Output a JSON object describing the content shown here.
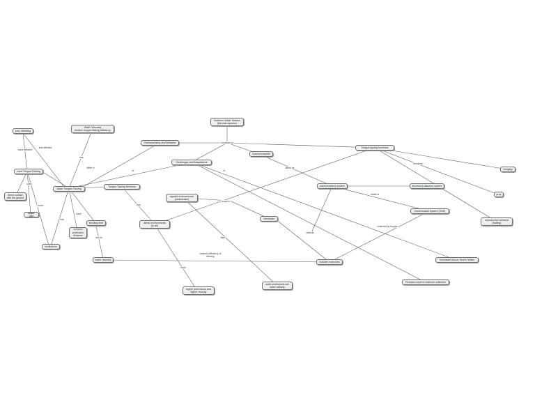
{
  "nodes": {
    "northern_water_snakes": "Northern Water Snakes\n(Nerodia sipedon)",
    "water_viscosity_note": "Water Viscosity\nhinders tongue-flicking efficiency",
    "prey_detecting": "prey detecting",
    "chemosensory_behavior": "Chemosensory and Behavior",
    "tongue_tipping_functions": "Tongue tipping functions",
    "challenges_adaptations": "Challenges and Adaptations",
    "chemoreception": "Chemoreception",
    "land_tongue_flicking": "Land Tongue-Flicking",
    "water_tongue_flicking": "Water Tongue-Flicking",
    "tongue_tipping_behavior": "Tongue-Tipping Behavior",
    "foraging": "foraging",
    "chemosensory_system": "chemosensory system",
    "accessory_olfactory": "accessory olfactory system",
    "direct_contact": "direct contact\nwith the ground",
    "aquatic_environments": "aquatic environments\n(underwater)",
    "pray": "prey",
    "vomeronasal": "Vomeronasal System (VNS)",
    "larger_gap": "larger gap",
    "aerial_environments": "aerial environments\n(in air)",
    "chemicals": "chemicals",
    "reproductive_behavior": "reproductive behavior\n(trailing)",
    "oscillations": "oscillations",
    "reduced_protrusion": "reduced\nprotrusion\ndistance",
    "sending_time": "sending time",
    "water_viscosity": "water viscosity",
    "soluble_molecules": "Soluble molecules",
    "increased_mucus": "Increased Mucus Seal in Water",
    "reduces_solvent": "Reduces solvent molecule collection",
    "higher_protrusions": "higher protrusions and\nhigher velocity",
    "water_protrusions": "water protrusions are\nlower velocity"
  },
  "edge_labels": {
    "connects_to": "connects to",
    "more_efficient": "more efficient",
    "less_efficient": "less efficient",
    "has": "has",
    "differs": "differ in",
    "to": "to",
    "aids_in": "aided by",
    "uses": "uses",
    "more": "more",
    "have": "have",
    "functions": "functions",
    "made_of": "made of",
    "found_in": "found in",
    "reduced_efficiency": "reduces efficiency of\nfiltering",
    "due_to": "due to",
    "collected_by_tongue": "collected by tongue",
    "detects": "detects",
    "face": "face",
    "in": "in"
  }
}
